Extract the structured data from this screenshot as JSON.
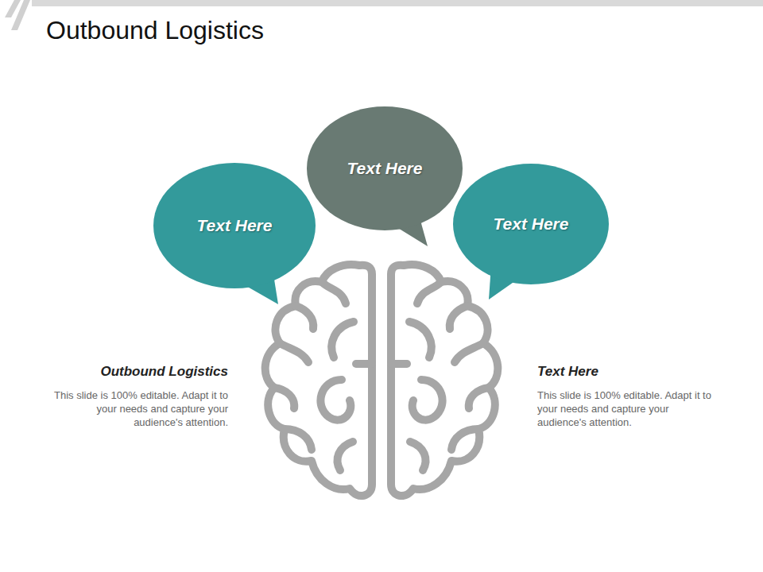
{
  "diagram": {
    "title": "Outbound Logistics",
    "nodes": [
      {
        "text": [
          "Text Here"
        ]
      },
      {
        "text": [
          "Text Here"
        ]
      },
      {
        "text": [
          "Text Here"
        ]
      }
    ],
    "labels": [
      "Outbound Logistics",
      "This slide is 100% editable. Adapt it to your needs and capture your audience's attention.",
      "Text Here",
      "This slide is 100% editable. Adapt it to your needs and capture your audience's attention."
    ]
  }
}
